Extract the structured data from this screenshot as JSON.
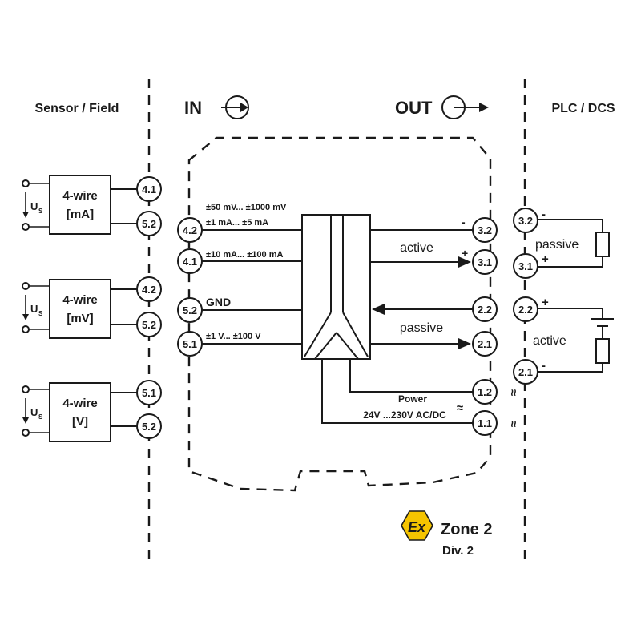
{
  "headers": {
    "sensor_field": "Sensor / Field",
    "in": "IN",
    "out": "OUT",
    "plc_dcs": "PLC / DCS"
  },
  "sensors": [
    {
      "line1": "4-wire",
      "line2": "[mA]",
      "t_top": "4.1",
      "t_bot": "5.2",
      "supply_label": "U",
      "supply_sub": "S"
    },
    {
      "line1": "4-wire",
      "line2": "[mV]",
      "t_top": "4.2",
      "t_bot": "5.2",
      "supply_label": "U",
      "supply_sub": "S"
    },
    {
      "line1": "4-wire",
      "line2": "[V]",
      "t_top": "5.1",
      "t_bot": "5.2",
      "supply_label": "U",
      "supply_sub": "S"
    }
  ],
  "inputs": [
    {
      "terminal": "4.2",
      "label1": "±50 mV... ±1000 mV",
      "label2": "±1 mA... ±5 mA"
    },
    {
      "terminal": "4.1",
      "label1": "±10 mA... ±100 mA"
    },
    {
      "terminal": "5.2",
      "label1": "GND"
    },
    {
      "terminal": "5.1",
      "label1": "±1 V... ±100 V"
    }
  ],
  "outputs": [
    {
      "terminal": "3.2",
      "sign": "-"
    },
    {
      "terminal": "3.1",
      "sign": "+",
      "label": "active"
    },
    {
      "terminal": "2.2"
    },
    {
      "terminal": "2.1",
      "label": "passive"
    },
    {
      "terminal": "1.2",
      "symbol": "≈"
    },
    {
      "terminal": "1.1",
      "symbol": "≈"
    }
  ],
  "power": {
    "line1": "Power",
    "line2": "24V ...230V AC/DC",
    "symbol": "≈"
  },
  "plc": [
    {
      "terminal": "3.2",
      "sign": "-"
    },
    {
      "terminal": "3.1",
      "sign": "+"
    },
    {
      "terminal": "2.2",
      "sign": "+"
    },
    {
      "terminal": "2.1",
      "sign": "-"
    }
  ],
  "plc_labels": {
    "passive": "passive",
    "active": "active"
  },
  "ex": {
    "symbol": "Ex",
    "zone": "Zone 2",
    "div": "Div. 2",
    "color": "#f5c400"
  },
  "colors": {
    "ink": "#1a1a1a"
  }
}
